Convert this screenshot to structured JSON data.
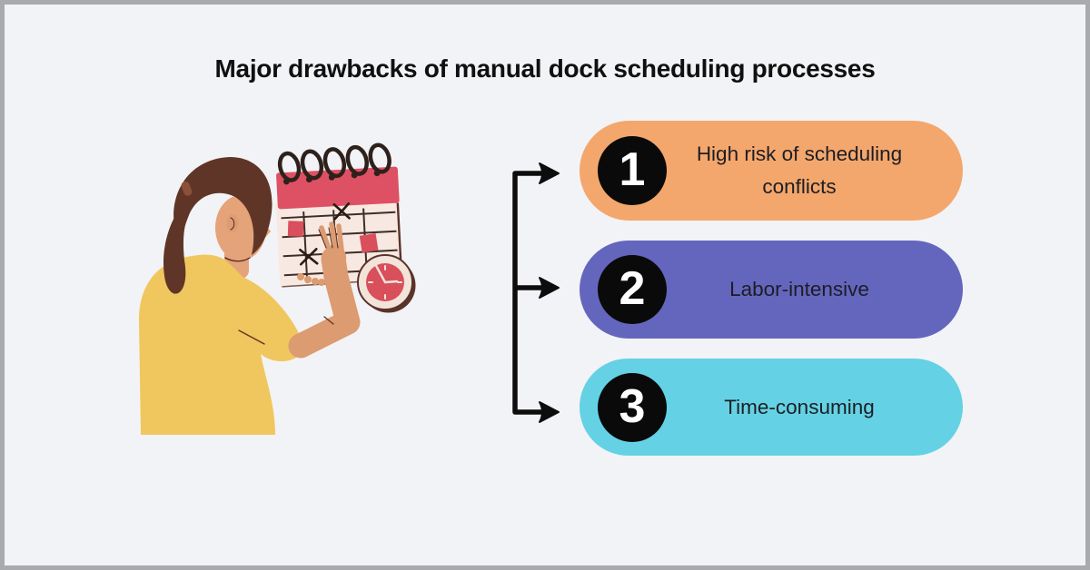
{
  "title": "Major drawbacks of manual dock scheduling processes",
  "drawbacks": [
    {
      "number": "1",
      "label": "High risk of scheduling conflicts",
      "color": "#F4A76C"
    },
    {
      "number": "2",
      "label": "Labor-intensive",
      "color": "#6466BE"
    },
    {
      "number": "3",
      "label": "Time-consuming",
      "color": "#64D2E4"
    }
  ],
  "colors": {
    "background": "#F2F3F6",
    "frame_border": "#A8AAAD",
    "title_text": "#101010",
    "pill_text": "#1D1D24",
    "badge_background": "#0A0A0A",
    "badge_number": "#FFFFFF",
    "connector": "#0D0D0D",
    "calendar_red": "#DE5063",
    "calendar_paper": "#F7E9E1",
    "clock_face": "#D94F5C",
    "shirt_yellow": "#F0C75E",
    "hair_brown": "#5F3527",
    "skin": "#E5A37A"
  },
  "icons": {
    "illustration": "woman-marking-wall-calendar-with-clock",
    "connector": "bracket-with-right-arrows"
  }
}
